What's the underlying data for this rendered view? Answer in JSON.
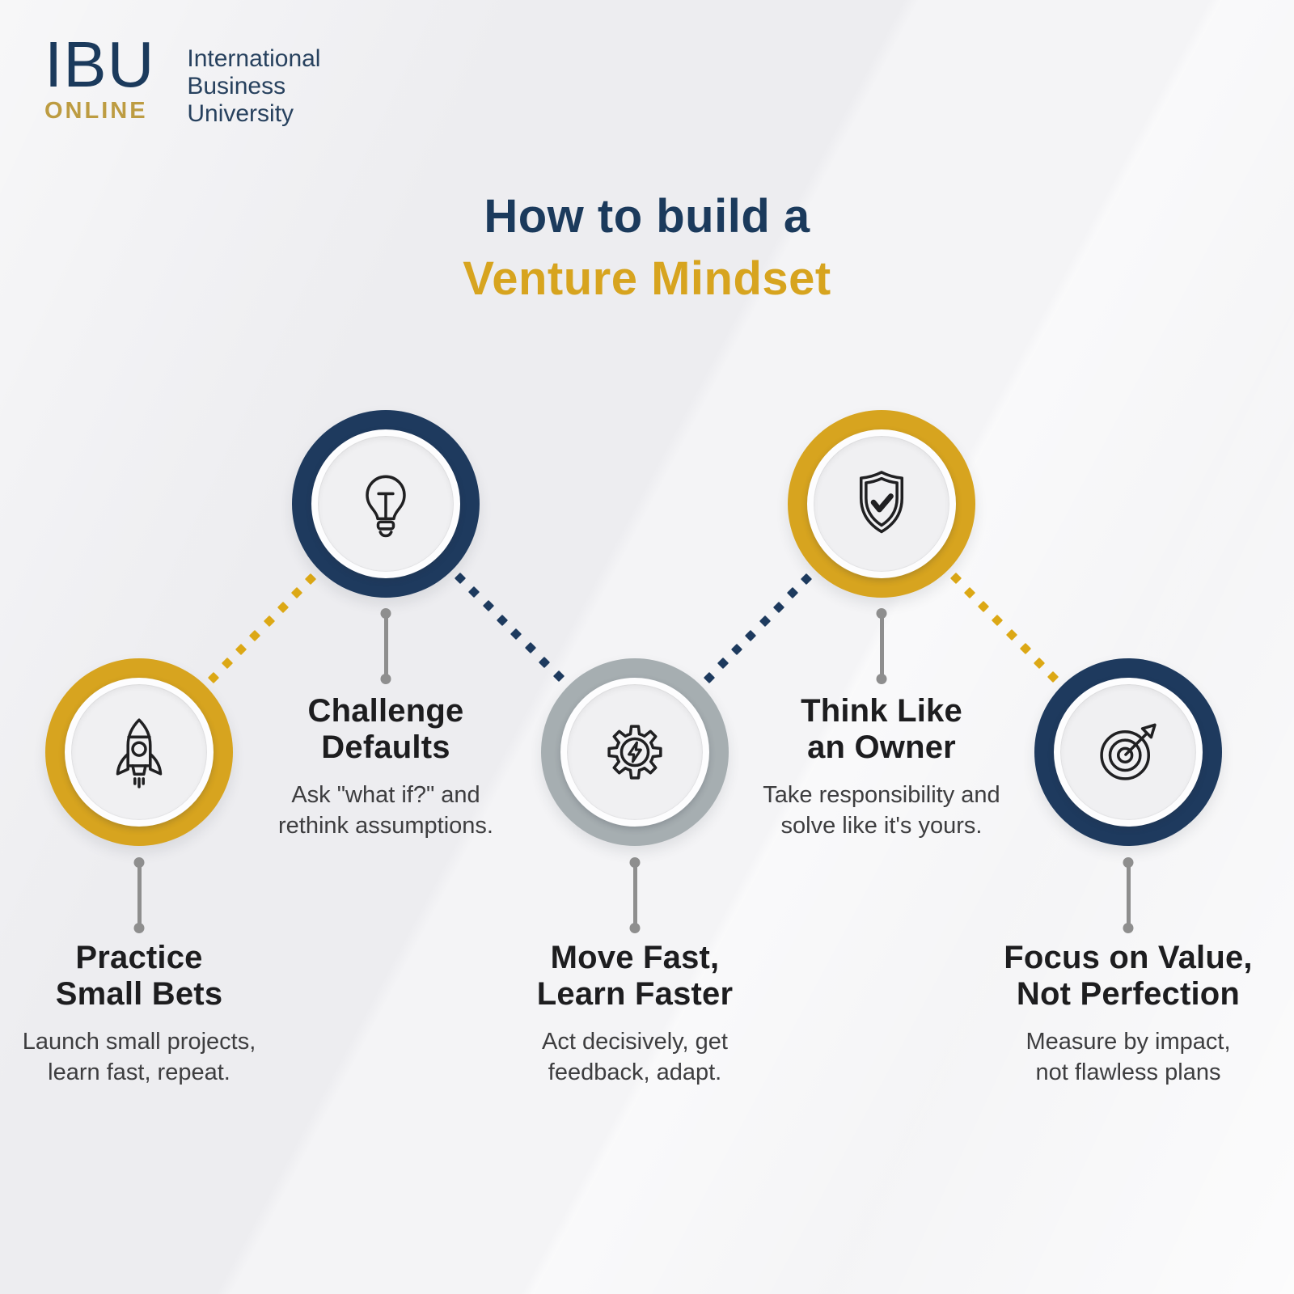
{
  "brand": {
    "acronym": "IBU",
    "tagline": "ONLINE",
    "name": "International\nBusiness\nUniversity"
  },
  "title": {
    "line1": "How to build a",
    "line2": "Venture Mindset"
  },
  "colors": {
    "navy": "#1e3a5e",
    "gold": "#d7a41f",
    "gray_ring": "#a6aeb1",
    "logo_gold": "#bd9c42",
    "logo_navy": "#27415e",
    "title_navy": "#1b3a5c",
    "text_dark": "#1d1d1f",
    "text_muted": "#3d3d3f",
    "stem_gray": "#8e8e8e",
    "bg": "#f4f4f6"
  },
  "steps": [
    {
      "icon": "rocket-icon",
      "ring": "gold",
      "title": "Practice\nSmall Bets",
      "description": "Launch small projects,\nlearn fast, repeat."
    },
    {
      "icon": "lightbulb-icon",
      "ring": "navy",
      "title": "Challenge\nDefaults",
      "description": "Ask \"what if?\" and\nrethink assumptions."
    },
    {
      "icon": "gear-lightning-icon",
      "ring": "gray",
      "title": "Move Fast,\nLearn Faster",
      "description": "Act decisively, get\nfeedback, adapt."
    },
    {
      "icon": "shield-check-icon",
      "ring": "gold",
      "title": "Think Like\nan Owner",
      "description": "Take responsibility and\nsolve like it's yours."
    },
    {
      "icon": "target-arrow-icon",
      "ring": "navy",
      "title": "Focus on Value,\nNot Perfection",
      "description": "Measure by impact,\nnot flawless plans"
    }
  ]
}
